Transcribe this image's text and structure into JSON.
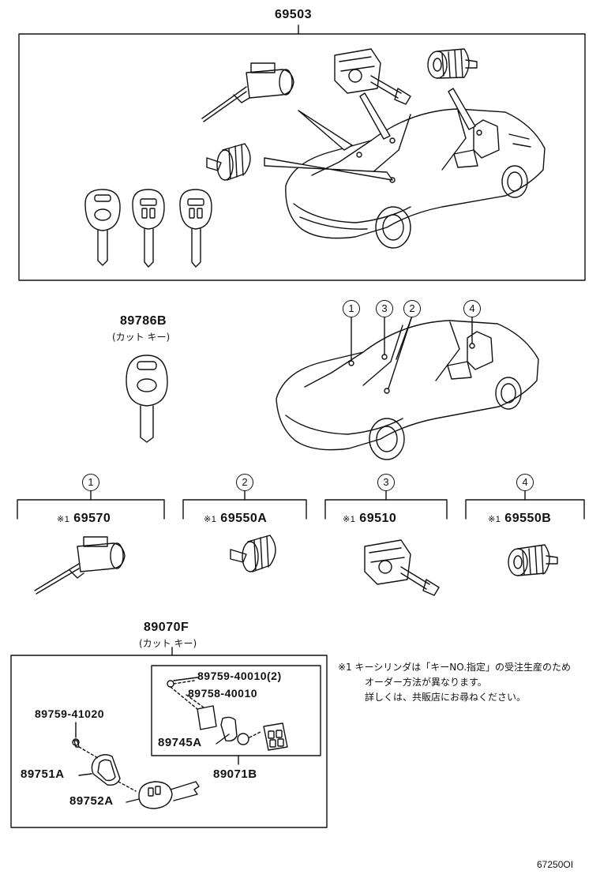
{
  "assembly": {
    "part_no": "69503"
  },
  "key_cut": {
    "part_no": "89786B",
    "caption": "(カット キー)"
  },
  "locations": [
    "1",
    "2",
    "3",
    "4"
  ],
  "sections": [
    {
      "number": "1",
      "mark": "※1",
      "part_no": "69570"
    },
    {
      "number": "2",
      "mark": "※1",
      "part_no": "69550A"
    },
    {
      "number": "3",
      "mark": "※1",
      "part_no": "69510"
    },
    {
      "number": "4",
      "mark": "※1",
      "part_no": "69550B"
    }
  ],
  "transmitter_key": {
    "part_no": "89070F",
    "caption": "(カット キー)"
  },
  "sub_parts": {
    "screw_long": "89759-40010(2)",
    "case": "89758-40010",
    "battery": "89745A",
    "transmitter": "89071B",
    "screw_short": "89759-41020",
    "cover": "89751A",
    "key_body": "89752A"
  },
  "note": {
    "mark": "※1",
    "lines": [
      "キーシリンダは「キーNO.指定」の受注生産のため",
      "オーダー方法が異なります。",
      "詳しくは、共販店にお尋ねください。"
    ]
  },
  "figure_code": "67250OI"
}
